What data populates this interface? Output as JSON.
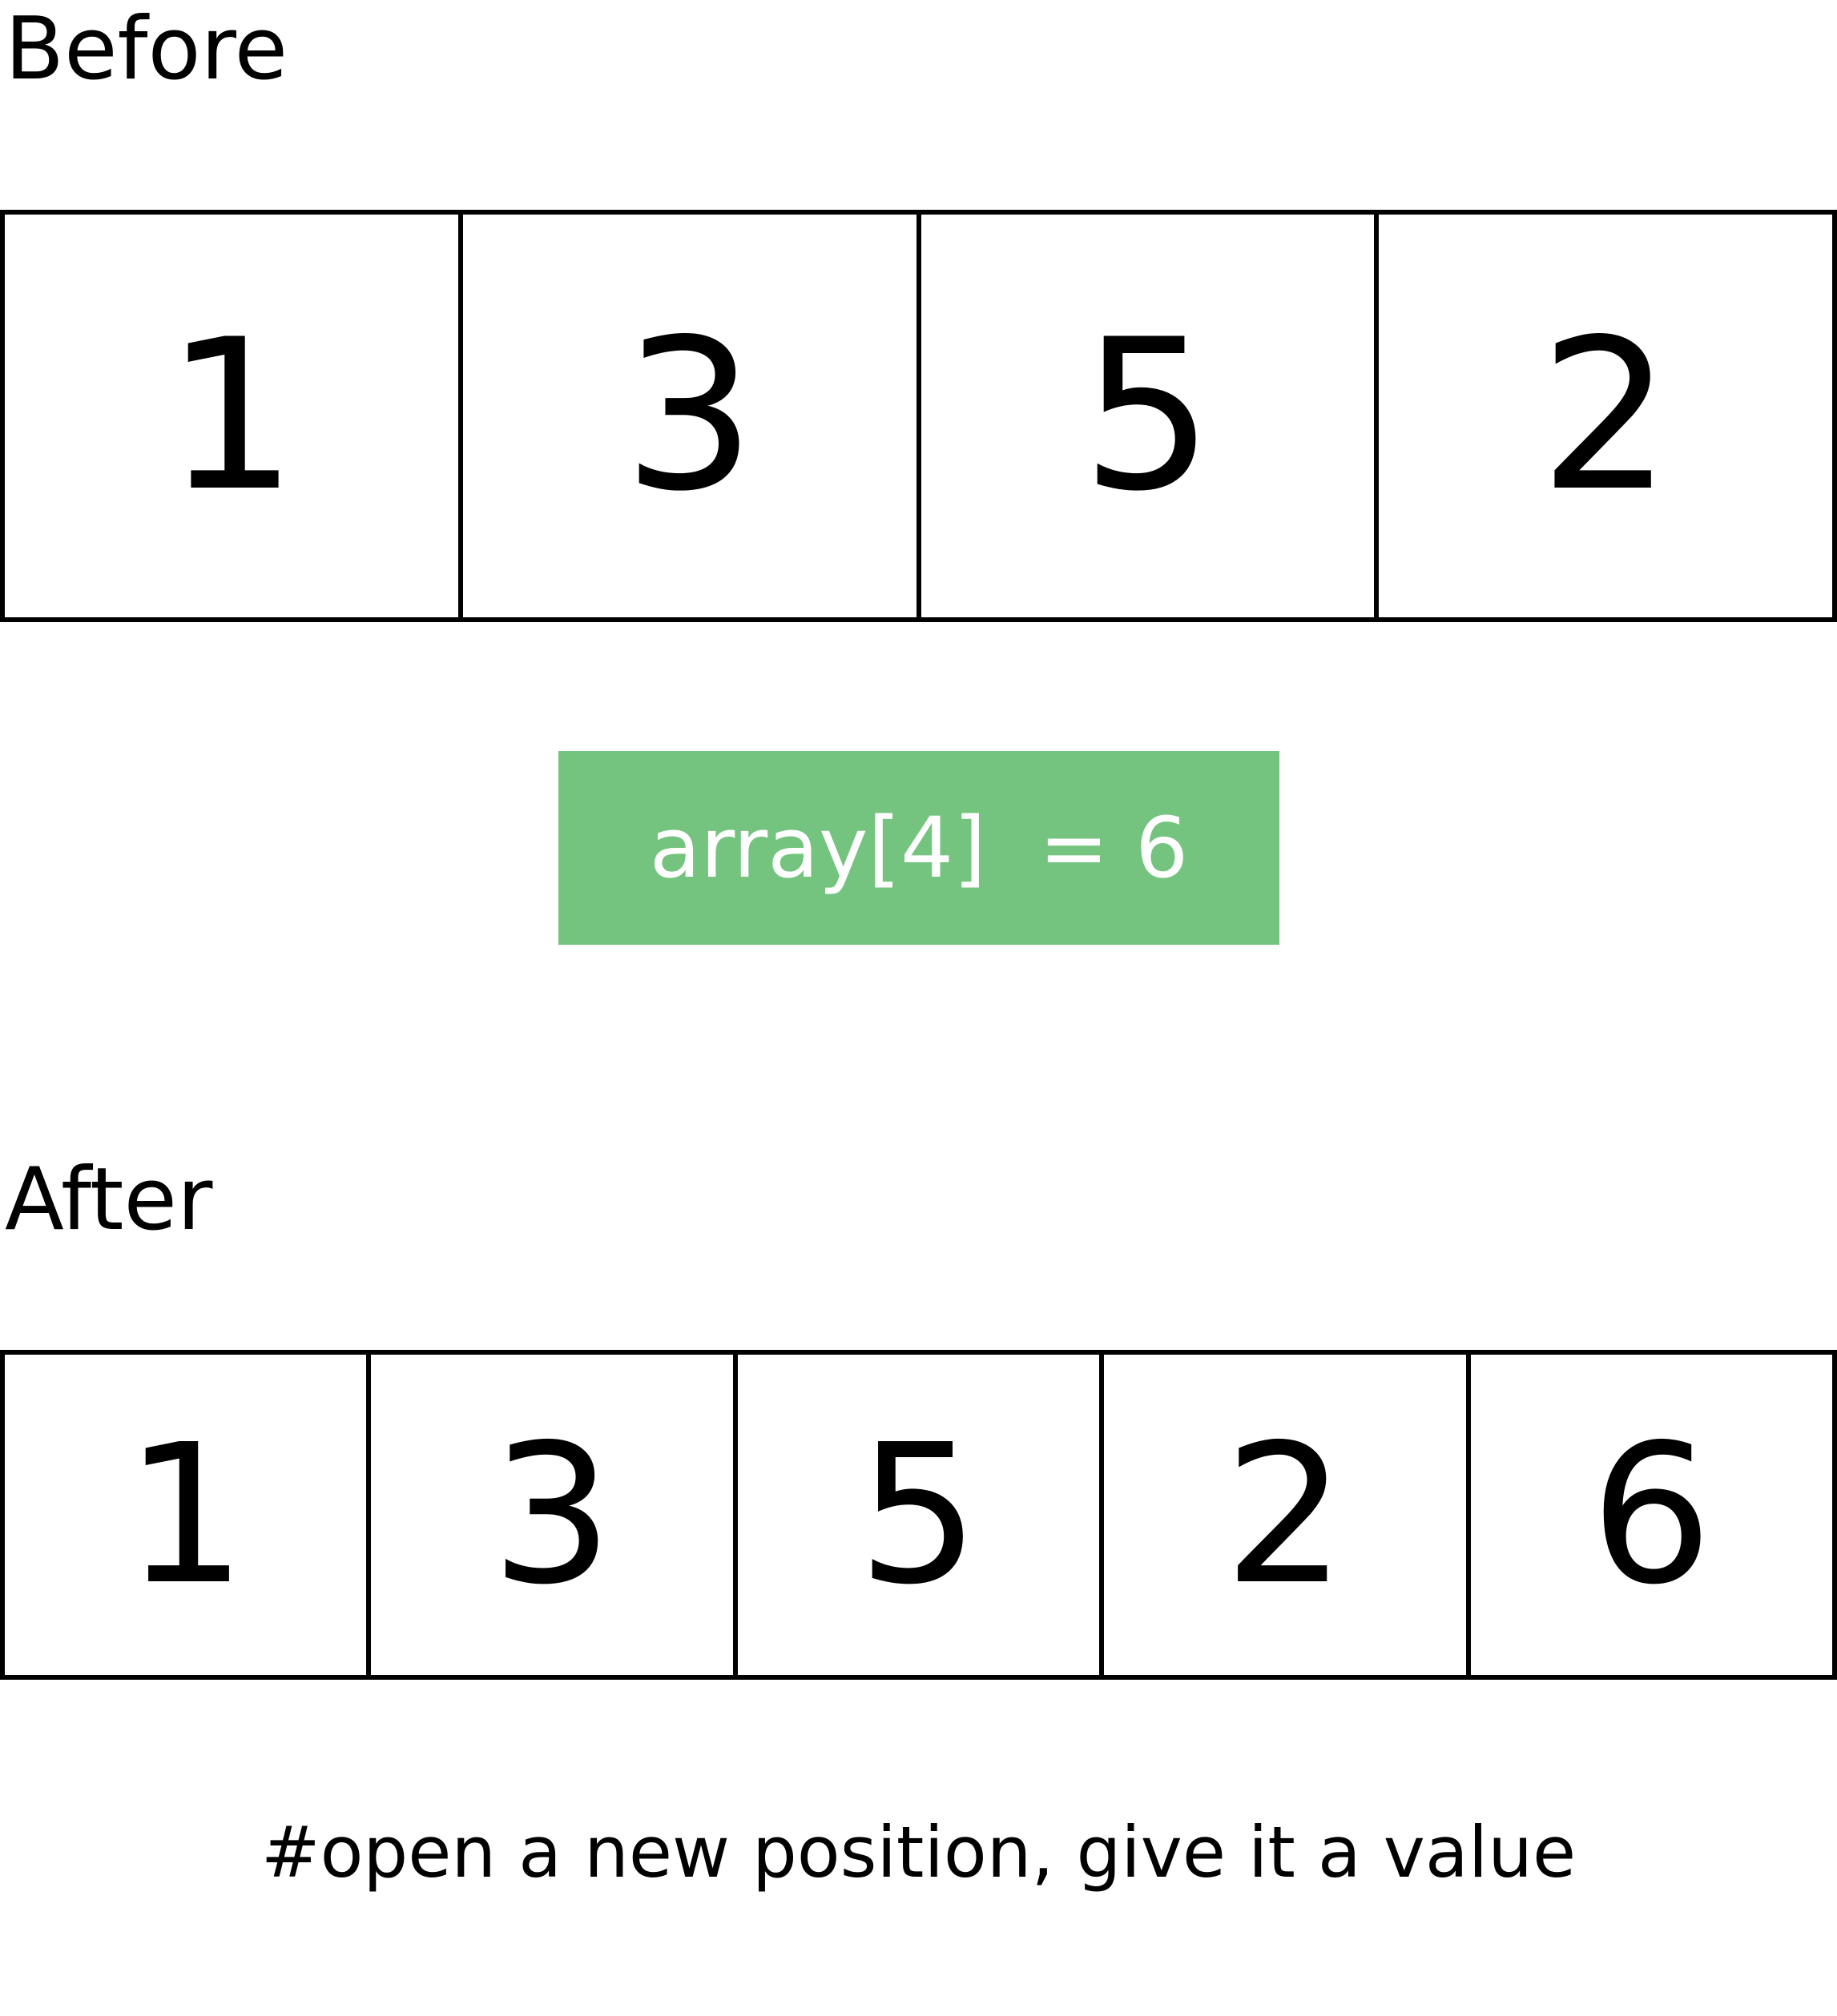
{
  "before": {
    "label": "Before",
    "cells": [
      "1",
      "3",
      "5",
      "2"
    ]
  },
  "operation": {
    "text": "array[4]  = 6",
    "background": "#74c47f",
    "text_color": "#ffffff"
  },
  "after": {
    "label": "After",
    "cells": [
      "1",
      "3",
      "5",
      "2",
      "6"
    ]
  },
  "caption": "#open a new position, give it a value"
}
